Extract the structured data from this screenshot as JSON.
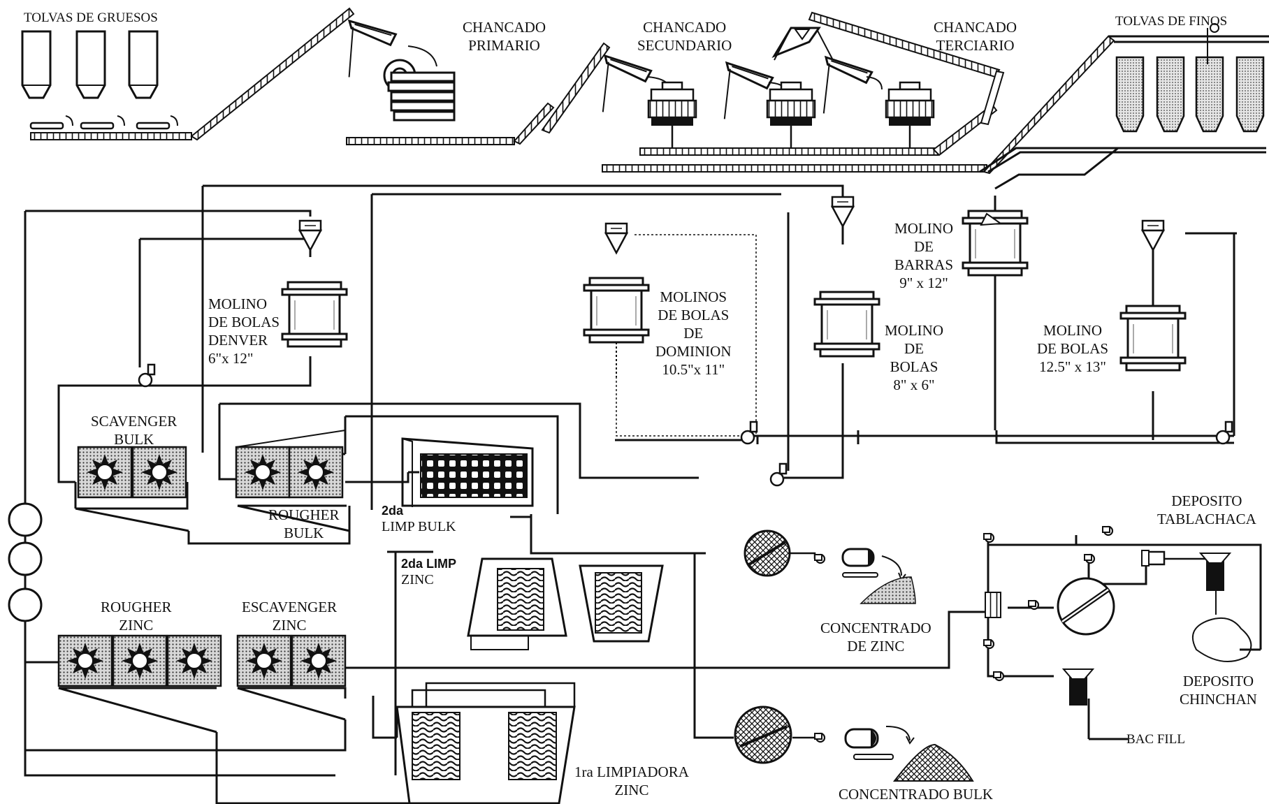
{
  "labels": {
    "tolvas_gruesos": "TOLVAS DE GRUESOS",
    "chancado_primario": [
      "CHANCADO",
      "PRIMARIO"
    ],
    "chancado_secundario": [
      "CHANCADO",
      "SECUNDARIO"
    ],
    "chancado_terciario": [
      "CHANCADO",
      "TERCIARIO"
    ],
    "tolvas_finos": "TOLVAS DE FINOS",
    "molino_denver": [
      "MOLINO",
      "DE BOLAS",
      "DENVER",
      "6\"x 12\""
    ],
    "molinos_dominion": [
      "MOLINOS",
      "DE BOLAS",
      "DE",
      "DOMINION",
      "10.5\"x 11\""
    ],
    "molino_8x6": [
      "MOLINO",
      "DE",
      "BOLAS",
      "8\" x 6\""
    ],
    "molino_barras": [
      "MOLINO",
      "DE",
      "BARRAS",
      "9\" x 12\""
    ],
    "molino_12x13": [
      "MOLINO",
      "DE BOLAS",
      "12.5\" x 13\""
    ],
    "scavenger_bulk": [
      "SCAVENGER",
      "BULK"
    ],
    "rougher_bulk": [
      "ROUGHER",
      "BULK"
    ],
    "limp_bulk_2da": [
      "2da",
      "LIMP BULK"
    ],
    "limp_zinc_2da": [
      "2da LIMP",
      "ZINC"
    ],
    "rougher_zinc": [
      "ROUGHER",
      "ZINC"
    ],
    "escavenger_zinc": [
      "ESCAVENGER",
      "ZINC"
    ],
    "limpiadora_1ra_zinc": [
      "1ra LIMPIADORA",
      "ZINC"
    ],
    "concentrado_zinc": [
      "CONCENTRADO",
      "DE ZINC"
    ],
    "concentrado_bulk": "CONCENTRADO BULK",
    "deposito_tablachaca": [
      "DEPOSITO",
      "TABLACHACA"
    ],
    "deposito_chinchan": [
      "DEPOSITO",
      "CHINCHAN"
    ],
    "bac_fill": "BAC FILL"
  }
}
